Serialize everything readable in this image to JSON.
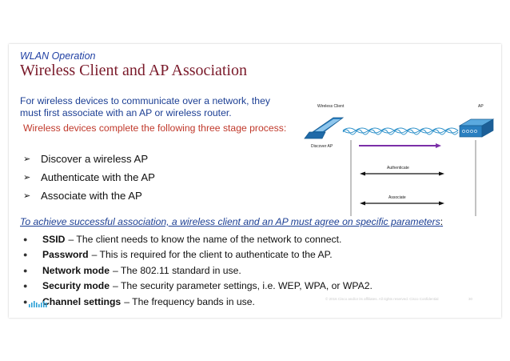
{
  "slide": {
    "subtitle": "WLAN Operation",
    "title": "Wireless Client and AP Association",
    "intro": "For wireless devices to communicate over a network, they must first associate with an AP or wireless router.",
    "stages_intro": "Wireless devices complete the following three stage process:",
    "steps": [
      {
        "label": "Discover a wireless AP"
      },
      {
        "label": "Authenticate with the AP"
      },
      {
        "label": "Associate with the AP"
      }
    ],
    "achieve": "To achieve successful association, a wireless client and an AP must agree on specific parameters",
    "achieve_colon": ":",
    "params": [
      {
        "term": "SSID",
        "desc": "– The client needs to know the name of the network to connect."
      },
      {
        "term": "Password",
        "desc": "– This is required for the client to authenticate to the AP."
      },
      {
        "term": "Network mode",
        "desc": "– The 802.11 standard in use."
      },
      {
        "term": "Security mode",
        "desc": "– The security parameter settings, i.e. WEP, WPA, or WPA2."
      },
      {
        "term": "Channel settings",
        "desc": "– The frequency bands in use."
      }
    ],
    "footer": "© 2016 Cisco and/or its affiliates. All rights reserved. Cisco Confidential",
    "page_number": "30"
  },
  "diagram": {
    "client_label": "Wireless Client",
    "ap_label": "AP",
    "discover_label": "Discover AP",
    "authenticate_label": "Authenticate",
    "associate_label": "Associate"
  },
  "colors": {
    "title": "#7a1a2a",
    "blue_text": "#1c3f94",
    "red_text": "#c0392b",
    "discover_arrow": "#7b2fa8",
    "device_blue": "#2a7fc0"
  },
  "icons": [
    "arrow-bullet-icon",
    "laptop-icon",
    "access-point-icon",
    "wireless-signal-icon",
    "cisco-logo-icon"
  ]
}
